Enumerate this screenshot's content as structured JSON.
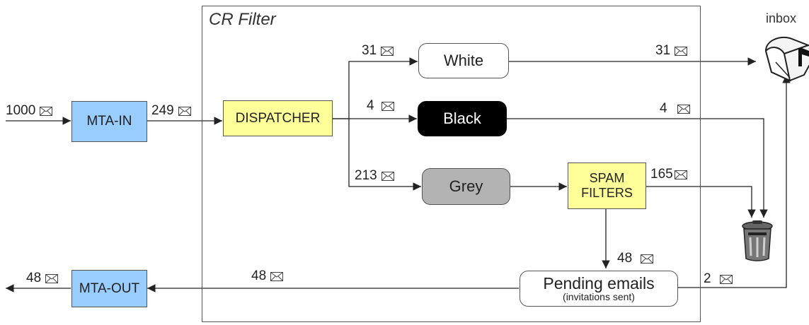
{
  "frame": {
    "title": "CR Filter"
  },
  "boxes": {
    "mta_in": "MTA-IN",
    "dispatcher": "DISPATCHER",
    "white": "White",
    "black": "Black",
    "grey": "Grey",
    "spam_line1": "SPAM",
    "spam_line2": "FILTERS",
    "pending_title": "Pending emails",
    "pending_sub": "(invitations sent)",
    "mta_out": "MTA-OUT"
  },
  "labels": {
    "inbox": "inbox"
  },
  "counts": {
    "incoming": "1000",
    "to_dispatcher": "249",
    "to_white": "31",
    "white_to_inbox": "31",
    "to_black": "4",
    "black_to_trash": "4",
    "to_grey": "213",
    "spam_to_trash": "165",
    "spam_to_pending": "48",
    "pending_to_out": "48",
    "pending_to_inbox": "2",
    "outgoing": "48"
  },
  "icons": [
    "envelope-icon",
    "mailbox-icon",
    "trash-can-icon"
  ],
  "colors": {
    "mta_fill": "#99ccff",
    "filter_fill": "#ffff99",
    "black_fill": "#000000",
    "grey_fill": "#b3b3b3",
    "line": "#222222"
  }
}
